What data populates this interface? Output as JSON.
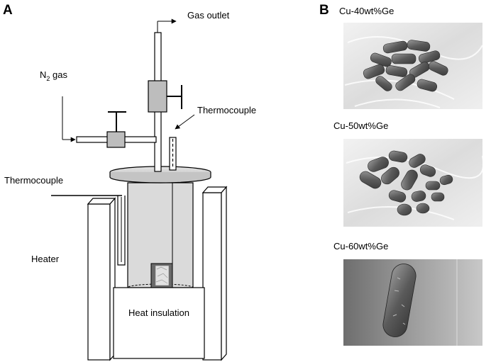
{
  "panel_a": {
    "letter": "A",
    "labels": {
      "gas_outlet": "Gas outlet",
      "n2_gas_prefix": "N",
      "n2_gas_sub": "2",
      "n2_gas_suffix": " gas",
      "thermocouple_top": "Thermocouple",
      "thermocouple_left": "Thermocouple",
      "heater": "Heater",
      "heat_insulation": "Heat insulation"
    }
  },
  "panel_b": {
    "letter": "B",
    "samples": [
      {
        "caption": "Cu-40wt%Ge"
      },
      {
        "caption": "Cu-50wt%Ge"
      },
      {
        "caption": "Cu-60wt%Ge"
      }
    ]
  }
}
